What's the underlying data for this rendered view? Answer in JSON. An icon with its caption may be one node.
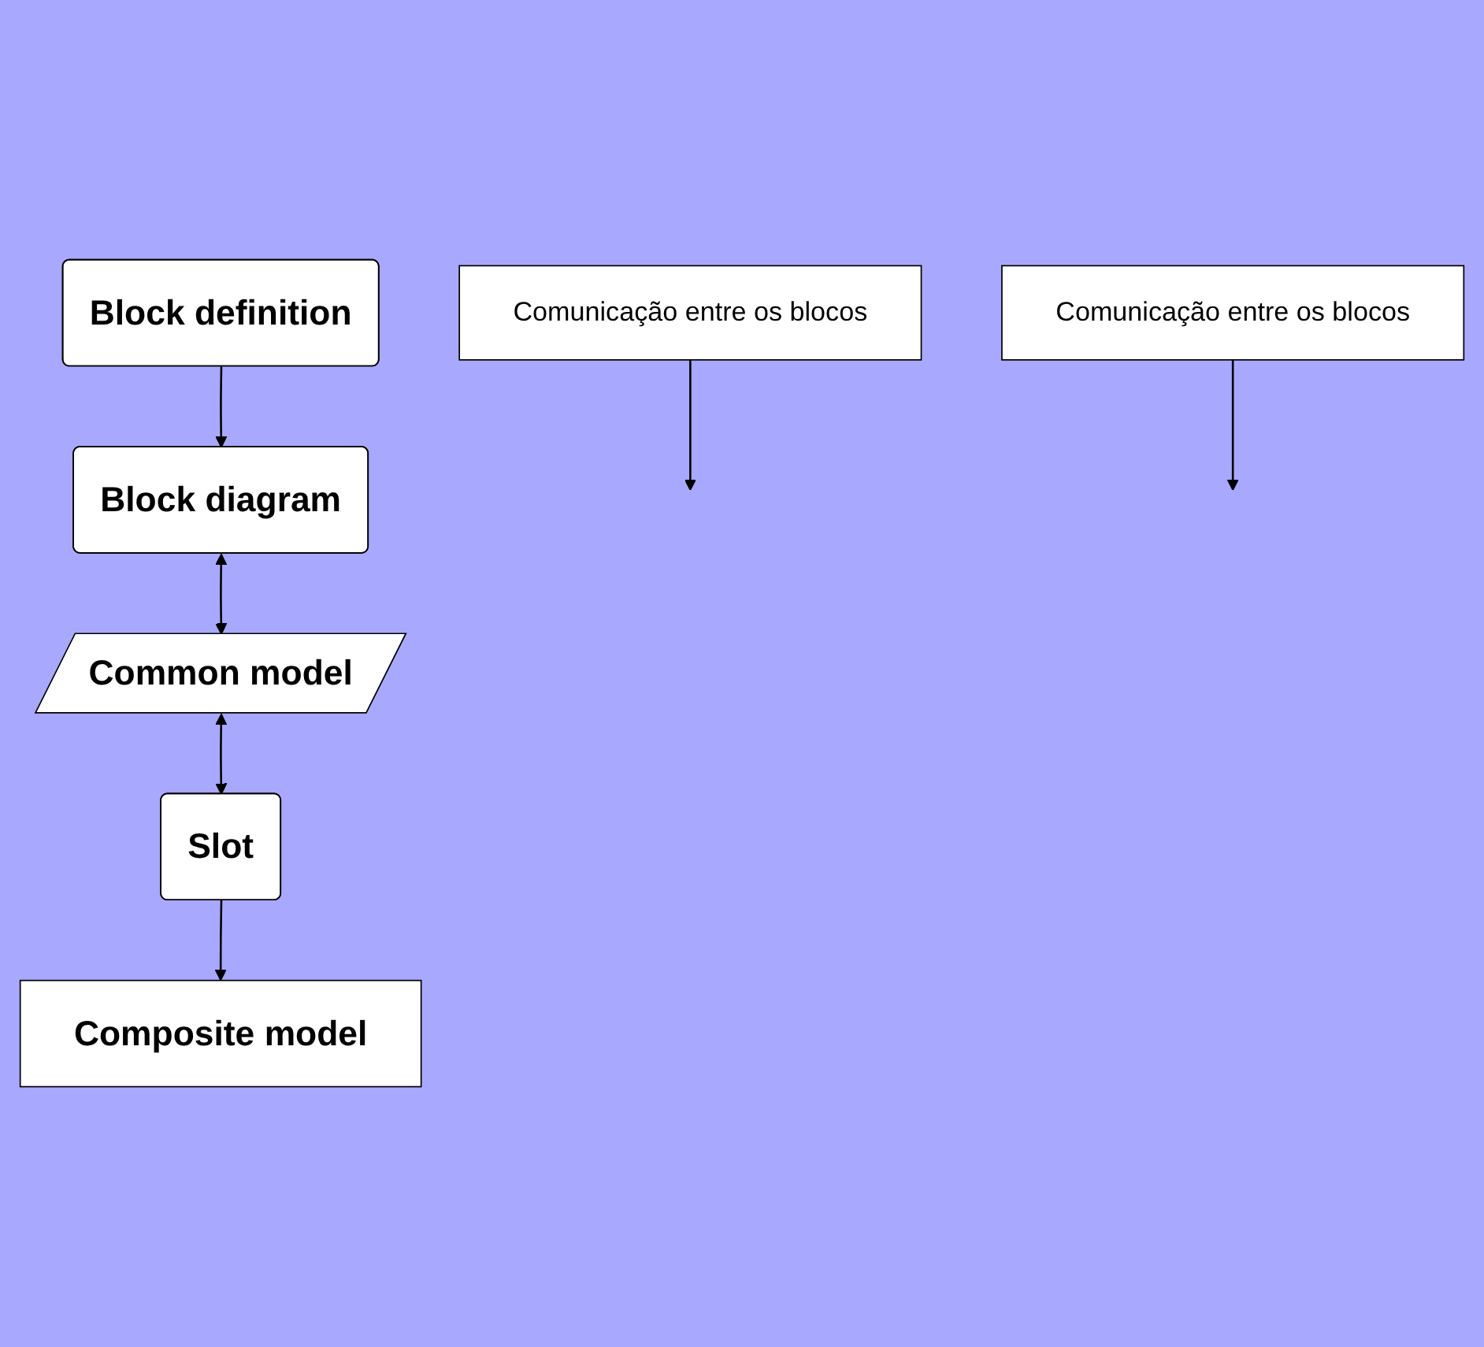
{
  "diagram": {
    "nodes": [
      {
        "text": [
          "Block definition"
        ]
      },
      {
        "text": [
          "Block diagram"
        ]
      },
      {
        "text": [
          "Common model"
        ]
      },
      {
        "text": [
          "Slot"
        ]
      },
      {
        "text": [
          "Composite model"
        ]
      },
      {
        "text": [
          "Comunicação entre os blocos"
        ]
      },
      {
        "text": [
          "Comunicação entre os blocos"
        ]
      }
    ],
    "edges": [
      {
        "from": 0,
        "to": 1,
        "arrow": "to"
      },
      {
        "from": 1,
        "to": 2,
        "arrow": "both"
      },
      {
        "from": 5,
        "to": null,
        "arrow": "to"
      },
      {
        "from": 2,
        "to": 3,
        "arrow": "both"
      },
      {
        "from": 6,
        "to": null,
        "arrow": "to"
      },
      {
        "from": 3,
        "to": 4,
        "arrow": "to"
      }
    ]
  }
}
